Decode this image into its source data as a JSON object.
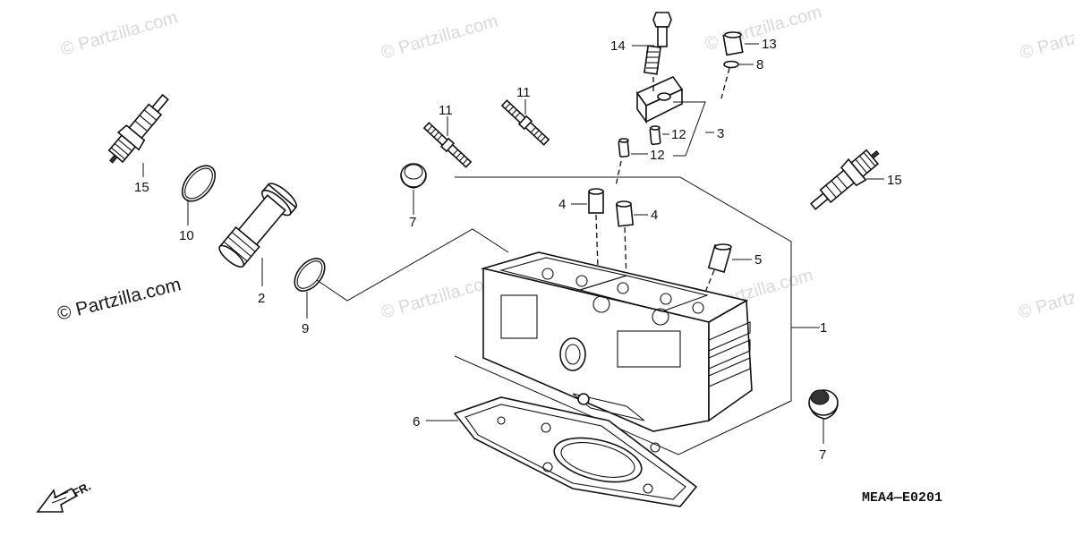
{
  "watermark": {
    "text": "© Partzilla.com",
    "color": "#d9d9d9"
  },
  "main_watermark": "© Partzilla.com",
  "diagram_code": "MEA4—E0201",
  "direction_label": "FR.",
  "callouts": [
    {
      "id": "c1",
      "label": "1"
    },
    {
      "id": "c2",
      "label": "2"
    },
    {
      "id": "c3",
      "label": "3"
    },
    {
      "id": "c4a",
      "label": "4"
    },
    {
      "id": "c4b",
      "label": "4"
    },
    {
      "id": "c5",
      "label": "5"
    },
    {
      "id": "c6",
      "label": "6"
    },
    {
      "id": "c7a",
      "label": "7"
    },
    {
      "id": "c7b",
      "label": "7"
    },
    {
      "id": "c8",
      "label": "8"
    },
    {
      "id": "c9",
      "label": "9"
    },
    {
      "id": "c10",
      "label": "10"
    },
    {
      "id": "c11a",
      "label": "11"
    },
    {
      "id": "c11b",
      "label": "11"
    },
    {
      "id": "c12a",
      "label": "12"
    },
    {
      "id": "c12b",
      "label": "12"
    },
    {
      "id": "c13",
      "label": "13"
    },
    {
      "id": "c14",
      "label": "14"
    },
    {
      "id": "c15a",
      "label": "15"
    },
    {
      "id": "c15b",
      "label": "15"
    }
  ]
}
